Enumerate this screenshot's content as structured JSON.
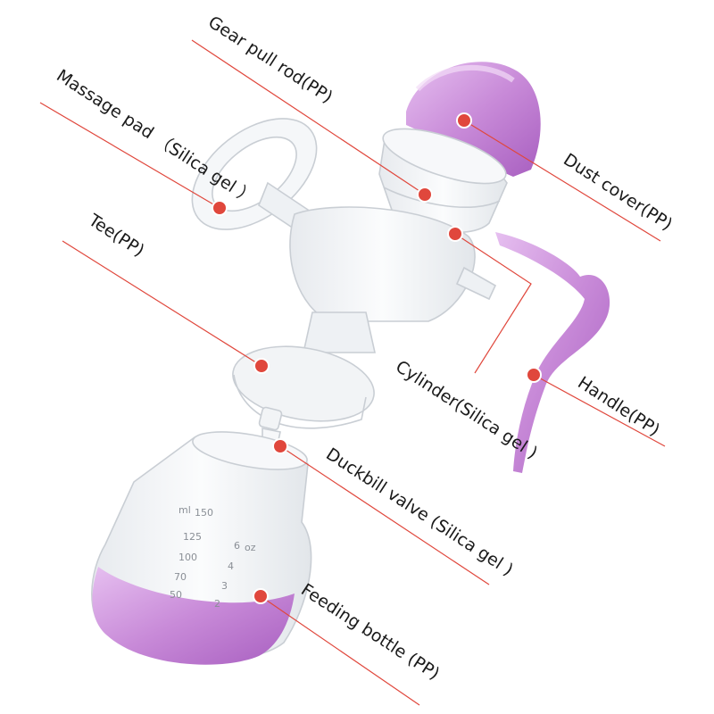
{
  "diagram": {
    "parts": [
      {
        "id": "gear-pull-rod",
        "label": "Gear pull rod(PP)"
      },
      {
        "id": "massage-pad",
        "label": "Massage pad （Silica gel ）"
      },
      {
        "id": "tee",
        "label": "Tee(PP)"
      },
      {
        "id": "dust-cover",
        "label": "Dust cover(PP)"
      },
      {
        "id": "cylinder",
        "label": "Cylinder(Silica gel )"
      },
      {
        "id": "handle",
        "label": "Handle(PP)"
      },
      {
        "id": "duckbill-valve",
        "label": "Duckbill valve (Silica gel )"
      },
      {
        "id": "feeding-bottle",
        "label": "Feeding bottle (PP)"
      }
    ],
    "bottle_graduations": {
      "ml_unit": "ml",
      "oz_unit": "oz",
      "ml": [
        "150",
        "125",
        "100",
        "70",
        "50"
      ],
      "oz": [
        "6",
        "4",
        "3",
        "2"
      ]
    },
    "colors": {
      "accent_purple": "#c88ad8",
      "purple_dark": "#a85fc0",
      "leader_red": "#e0473c",
      "clear_plastic": "#f3f5f7"
    }
  }
}
